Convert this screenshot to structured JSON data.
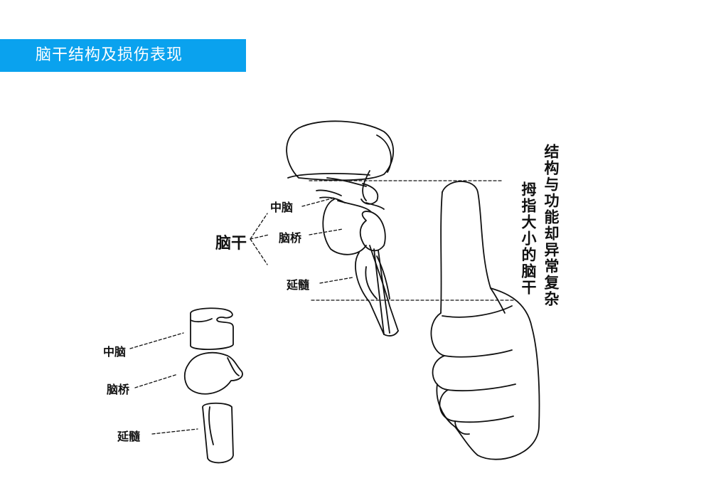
{
  "banner": {
    "title": "脑干结构及损伤表现",
    "color": "#0aa2ee"
  },
  "labels": {
    "brainstem": "脑干",
    "midbrain": "中脑",
    "pons": "脑桥",
    "medulla": "延髓",
    "midbrain_piece": "中脑",
    "pons_piece": "脑桥",
    "medulla_piece": "延髓"
  },
  "notes": {
    "complex": "结构与功能却异常复杂",
    "thumb_size": "拇指大小的脑干"
  }
}
